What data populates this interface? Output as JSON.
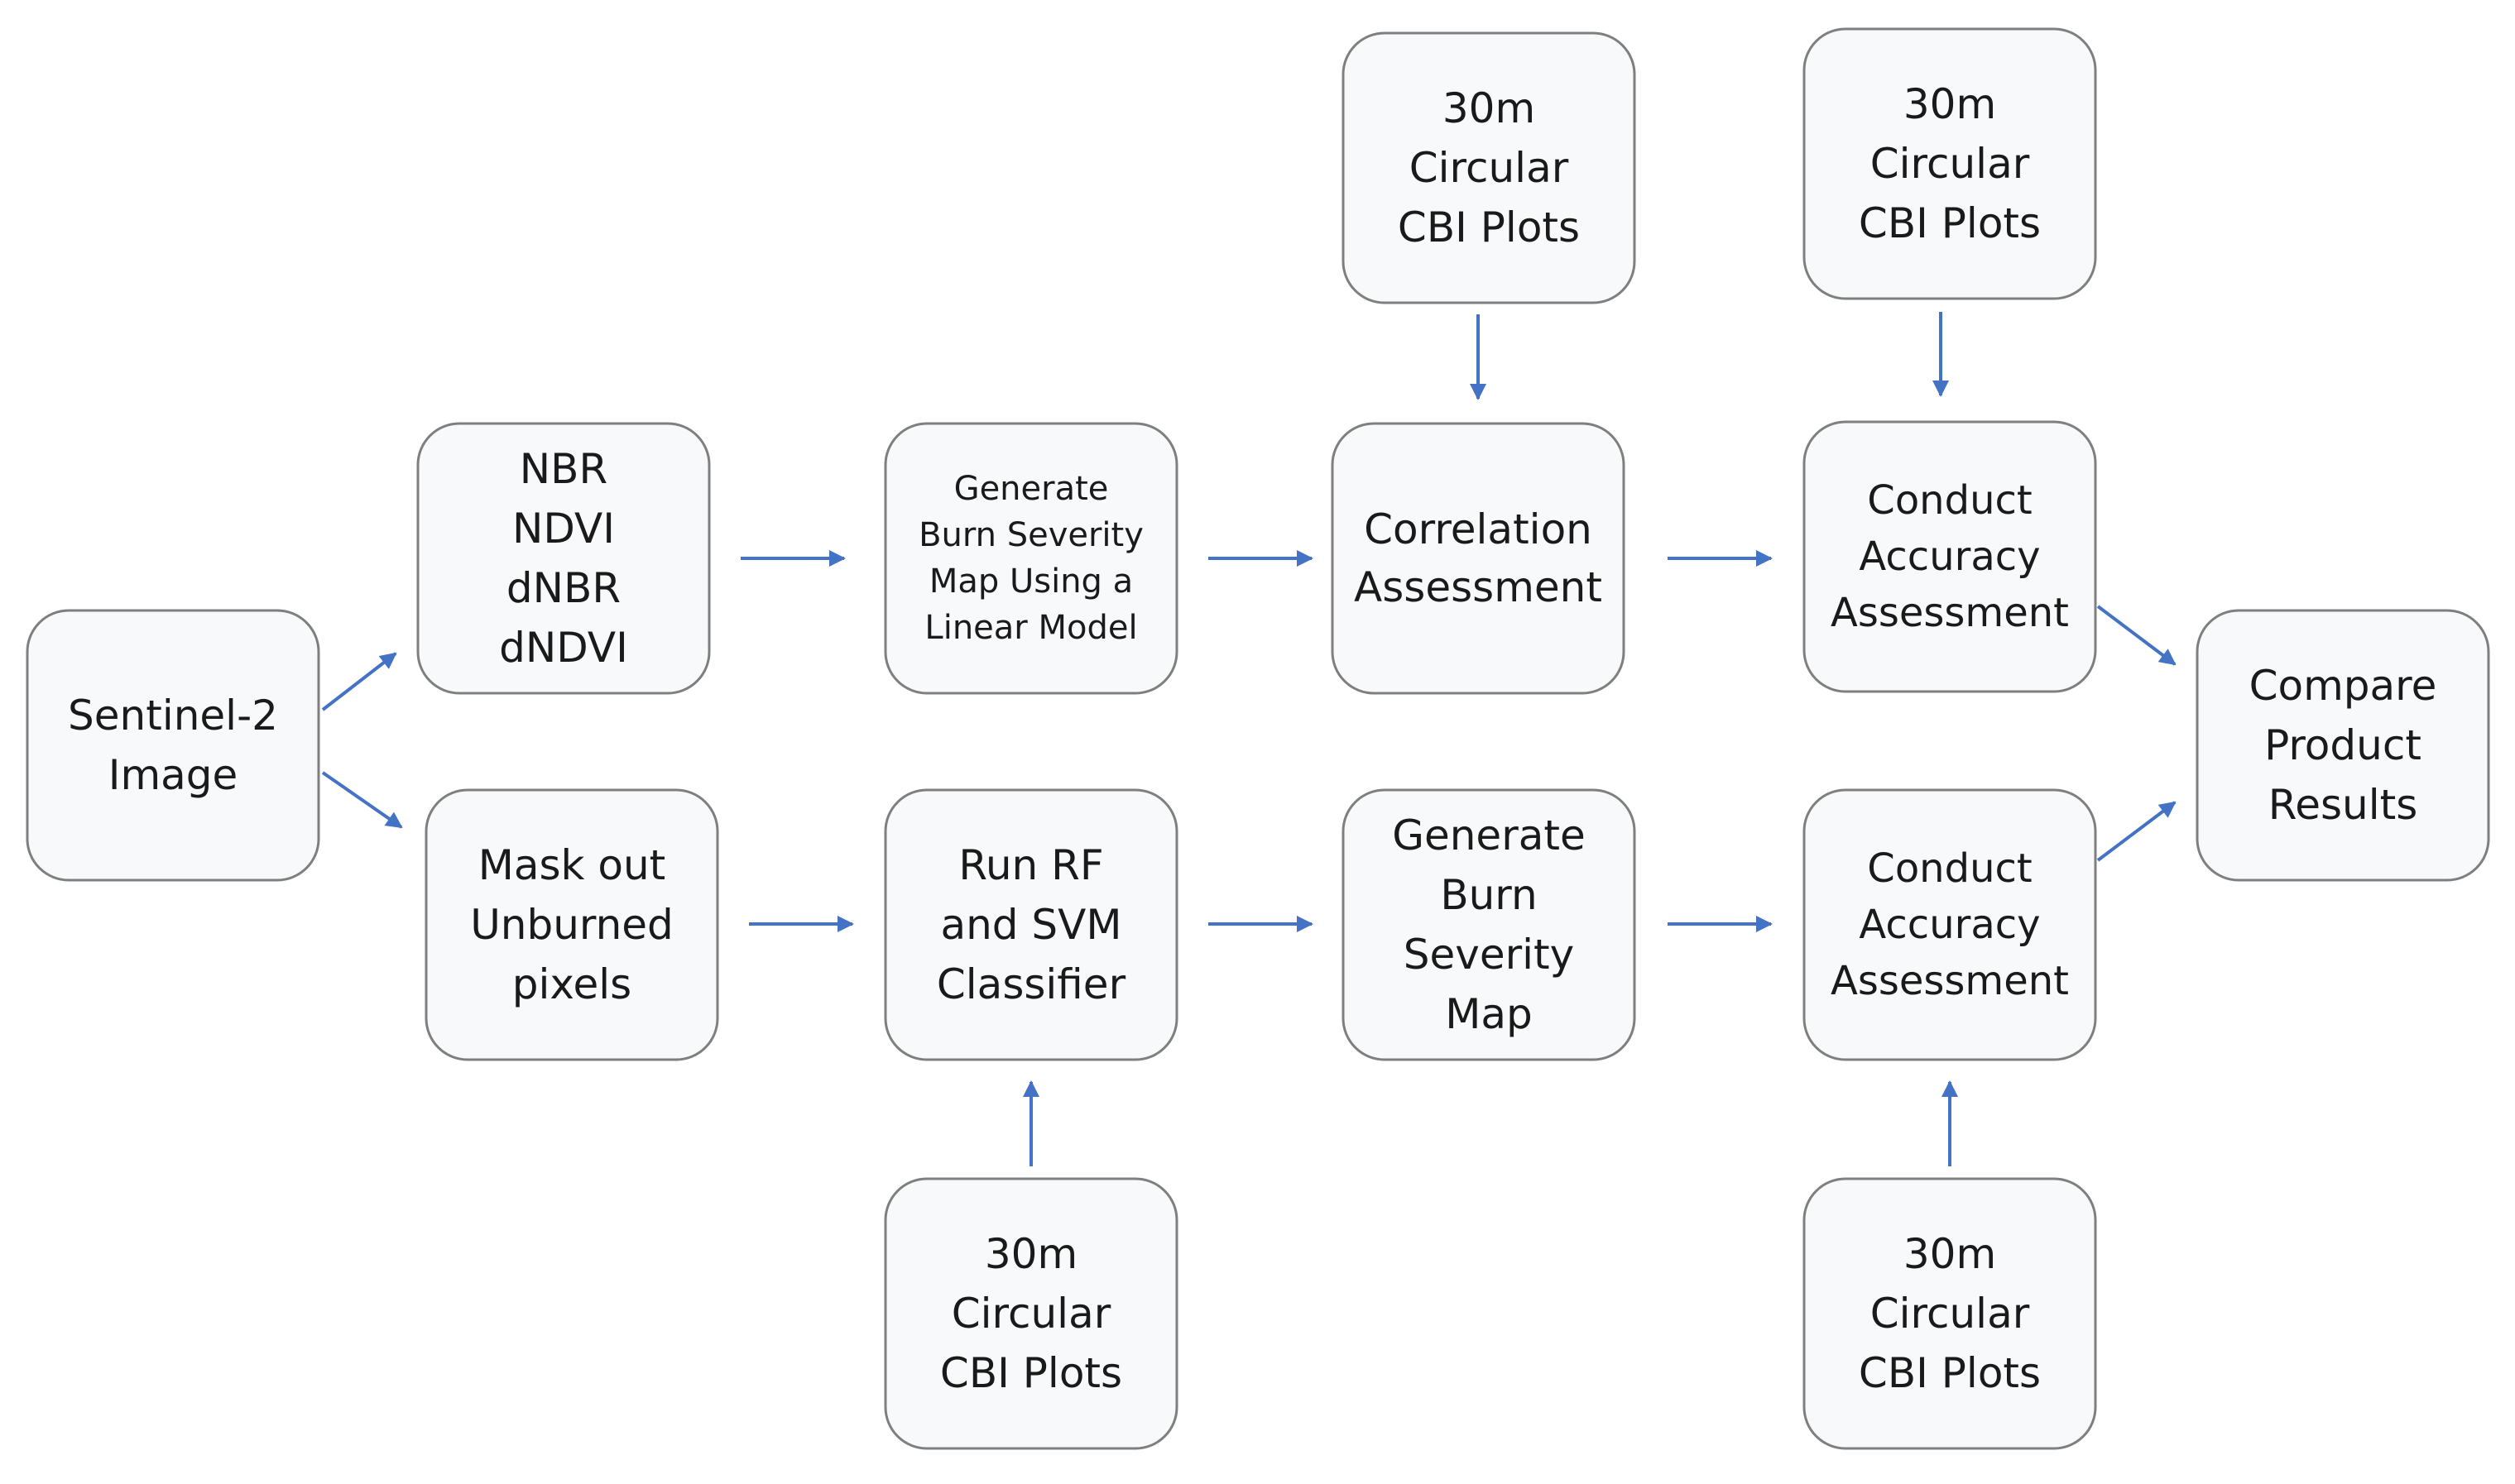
{
  "colors": {
    "box_fill": "#f8f9fb",
    "box_border": "#7f7f7f",
    "arrow": "#4472c4",
    "text": "#1a1a1a"
  },
  "nodes": [
    {
      "id": "sentinel",
      "lines": [
        "Sentinel-2",
        "Image"
      ]
    },
    {
      "id": "indices",
      "lines": [
        "NBR",
        "NDVI",
        "dNBR",
        "dNDVI"
      ]
    },
    {
      "id": "mask",
      "lines": [
        "Mask out",
        "Unburned",
        "pixels"
      ]
    },
    {
      "id": "linear",
      "lines": [
        "Generate",
        "Burn Severity",
        "Map Using a",
        "Linear Model"
      ]
    },
    {
      "id": "rfsvm",
      "lines": [
        "Run RF",
        "and SVM",
        "Classifier"
      ]
    },
    {
      "id": "cbi-bottom-1",
      "lines": [
        "30m",
        "Circular",
        "CBI Plots"
      ]
    },
    {
      "id": "cbi-top-1",
      "lines": [
        "30m",
        "Circular",
        "CBI Plots"
      ]
    },
    {
      "id": "correlation",
      "lines": [
        "Correlation",
        "Assessment"
      ]
    },
    {
      "id": "genmap",
      "lines": [
        "Generate",
        "Burn",
        "Severity",
        "Map"
      ]
    },
    {
      "id": "cbi-top-2",
      "lines": [
        "30m",
        "Circular",
        "CBI Plots"
      ]
    },
    {
      "id": "accuracy-top",
      "lines": [
        "Conduct",
        "Accuracy",
        "Assessment"
      ]
    },
    {
      "id": "accuracy-bottom",
      "lines": [
        "Conduct",
        "Accuracy",
        "Assessment"
      ]
    },
    {
      "id": "cbi-bottom-2",
      "lines": [
        "30m",
        "Circular",
        "CBI Plots"
      ]
    },
    {
      "id": "compare",
      "lines": [
        "Compare",
        "Product",
        "Results"
      ]
    }
  ],
  "edges": [
    {
      "from": "sentinel",
      "to": "indices"
    },
    {
      "from": "sentinel",
      "to": "mask"
    },
    {
      "from": "indices",
      "to": "linear"
    },
    {
      "from": "linear",
      "to": "correlation"
    },
    {
      "from": "cbi-top-1",
      "to": "correlation"
    },
    {
      "from": "correlation",
      "to": "accuracy-top"
    },
    {
      "from": "cbi-top-2",
      "to": "accuracy-top"
    },
    {
      "from": "accuracy-top",
      "to": "compare"
    },
    {
      "from": "mask",
      "to": "rfsvm"
    },
    {
      "from": "cbi-bottom-1",
      "to": "rfsvm"
    },
    {
      "from": "rfsvm",
      "to": "genmap"
    },
    {
      "from": "genmap",
      "to": "accuracy-bottom"
    },
    {
      "from": "cbi-bottom-2",
      "to": "accuracy-bottom"
    },
    {
      "from": "accuracy-bottom",
      "to": "compare"
    }
  ]
}
